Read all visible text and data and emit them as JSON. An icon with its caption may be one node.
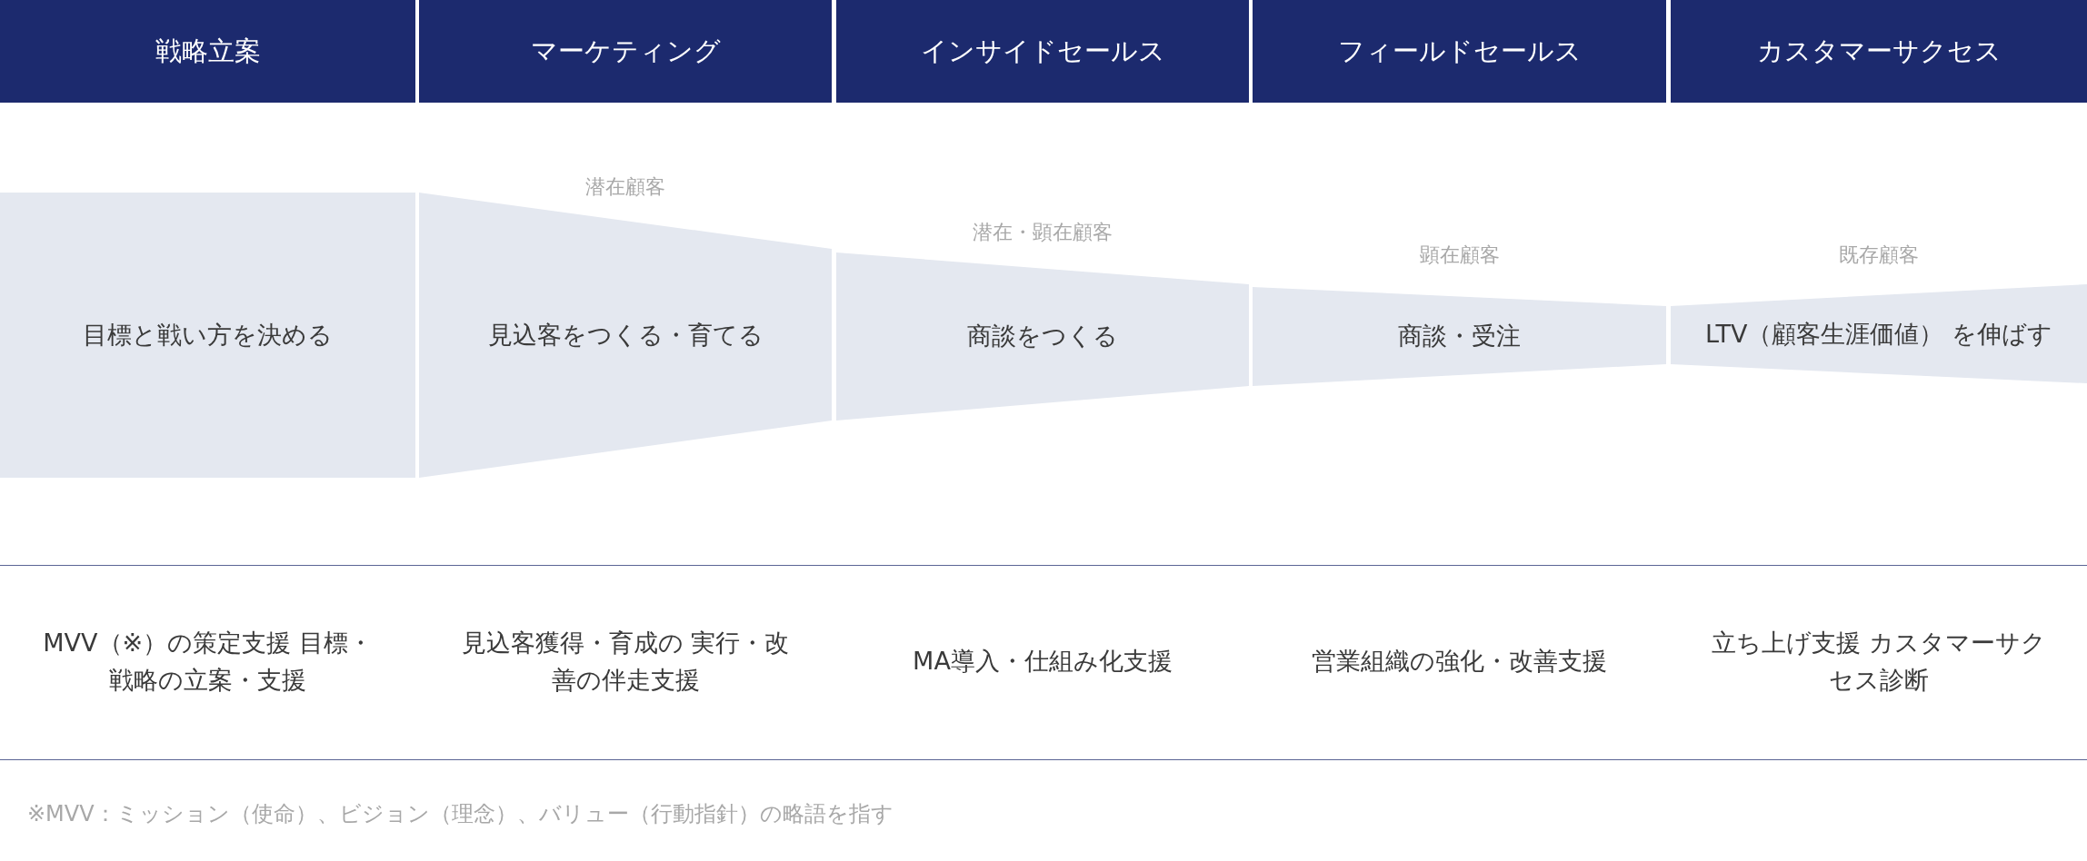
{
  "diagram": {
    "nodes": [
      {
        "text": [
          "戦略立案"
        ]
      },
      {
        "text": [
          "マーケティング"
        ]
      },
      {
        "text": [
          "インサイドセールス"
        ]
      },
      {
        "text": [
          "フィールドセールス"
        ]
      },
      {
        "text": [
          "カスタマーサクセス"
        ]
      },
      {
        "text": [
          "目標と戦い方を決める"
        ]
      },
      {
        "text": [
          "見込客をつくる・育てる"
        ],
        "beside": [
          "潜在顧客"
        ]
      },
      {
        "text": [
          "商談をつくる"
        ],
        "beside": [
          "潜在・顕在顧客"
        ]
      },
      {
        "text": [
          "商談・受注"
        ],
        "beside": [
          "顕在顧客"
        ]
      },
      {
        "text": [
          "LTV（顧客生涯価値） を伸ばす"
        ],
        "beside": [
          "既存顧客"
        ]
      }
    ],
    "labels": [
      "MVV（※）の策定支援 目標・戦略の立案・支援",
      "見込客獲得・育成の 実行・改善の伴走支援",
      "MA導入・仕組み化支援",
      "営業組織の強化・改善支援",
      "立ち上げ支援 カスタマーサクセス診断",
      "※MVV：ミッション（使命）、ビジョン（理念）、バリュー（行動指針）の略語を指す"
    ]
  }
}
